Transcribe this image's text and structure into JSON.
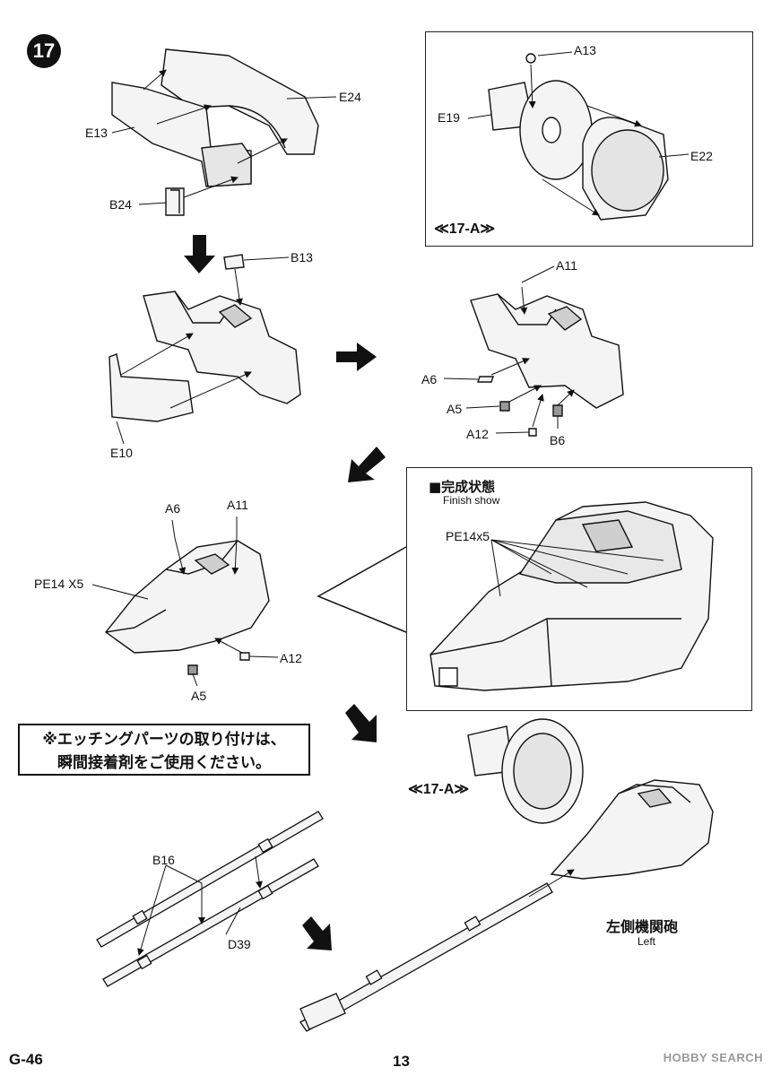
{
  "step": {
    "number": "17"
  },
  "subassembly": {
    "ref": "≪17-A≫",
    "parts": {
      "a13": "A13",
      "e19": "E19",
      "e22": "E22"
    }
  },
  "stage1": {
    "e24": "E24",
    "e13": "E13",
    "b24": "B24"
  },
  "stage2": {
    "b13": "B13",
    "e10": "E10"
  },
  "stage3": {
    "a11": "A11",
    "a6": "A6",
    "a5": "A5",
    "a12": "A12",
    "b6": "B6"
  },
  "stage4": {
    "a6": "A6",
    "a11": "A11",
    "pe14": "PE14 X5",
    "a12": "A12",
    "a5": "A5"
  },
  "finish": {
    "title": "■完成状態",
    "subtitle": "Finish show",
    "pe14": "PE14x5"
  },
  "note": {
    "line1": "※エッチングパーツの取り付けは、",
    "line2": "瞬間接着剤をご使用ください。"
  },
  "barrels": {
    "b16": "B16",
    "d39": "D39"
  },
  "final": {
    "ref": "≪17-A≫",
    "title_jp": "左側機関砲",
    "title_en": "Left"
  },
  "footer": {
    "code": "G-46",
    "page": "13",
    "watermark": "HOBBY SEARCH"
  },
  "colors": {
    "ink": "#111111",
    "part_fill": "#f4f4f4",
    "shade": "#d9d9d9"
  }
}
